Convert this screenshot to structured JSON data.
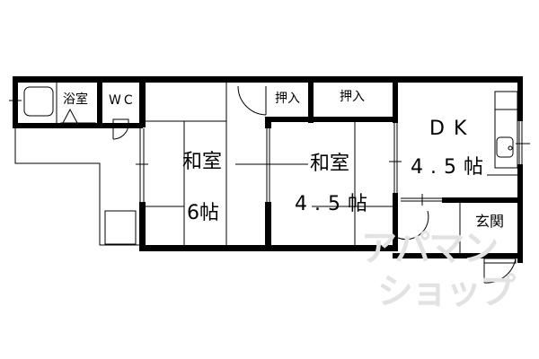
{
  "floor_plan": {
    "rooms": {
      "bath": {
        "label": "浴室"
      },
      "wc": {
        "label": "WC"
      },
      "japanese_room_1": {
        "label": "和室",
        "size": "6帖"
      },
      "closet_1": {
        "label": "押入"
      },
      "closet_2": {
        "label": "押入"
      },
      "japanese_room_2": {
        "label": "和室",
        "size": "4.5帖"
      },
      "dk": {
        "label": "DK",
        "size": "4.5帖"
      },
      "entrance": {
        "label": "玄関"
      }
    },
    "watermark": {
      "line1": "アパマン",
      "line2": "ショップ"
    },
    "colors": {
      "wall": "#000000",
      "background": "#ffffff",
      "watermark": "#e2e2e2"
    }
  }
}
